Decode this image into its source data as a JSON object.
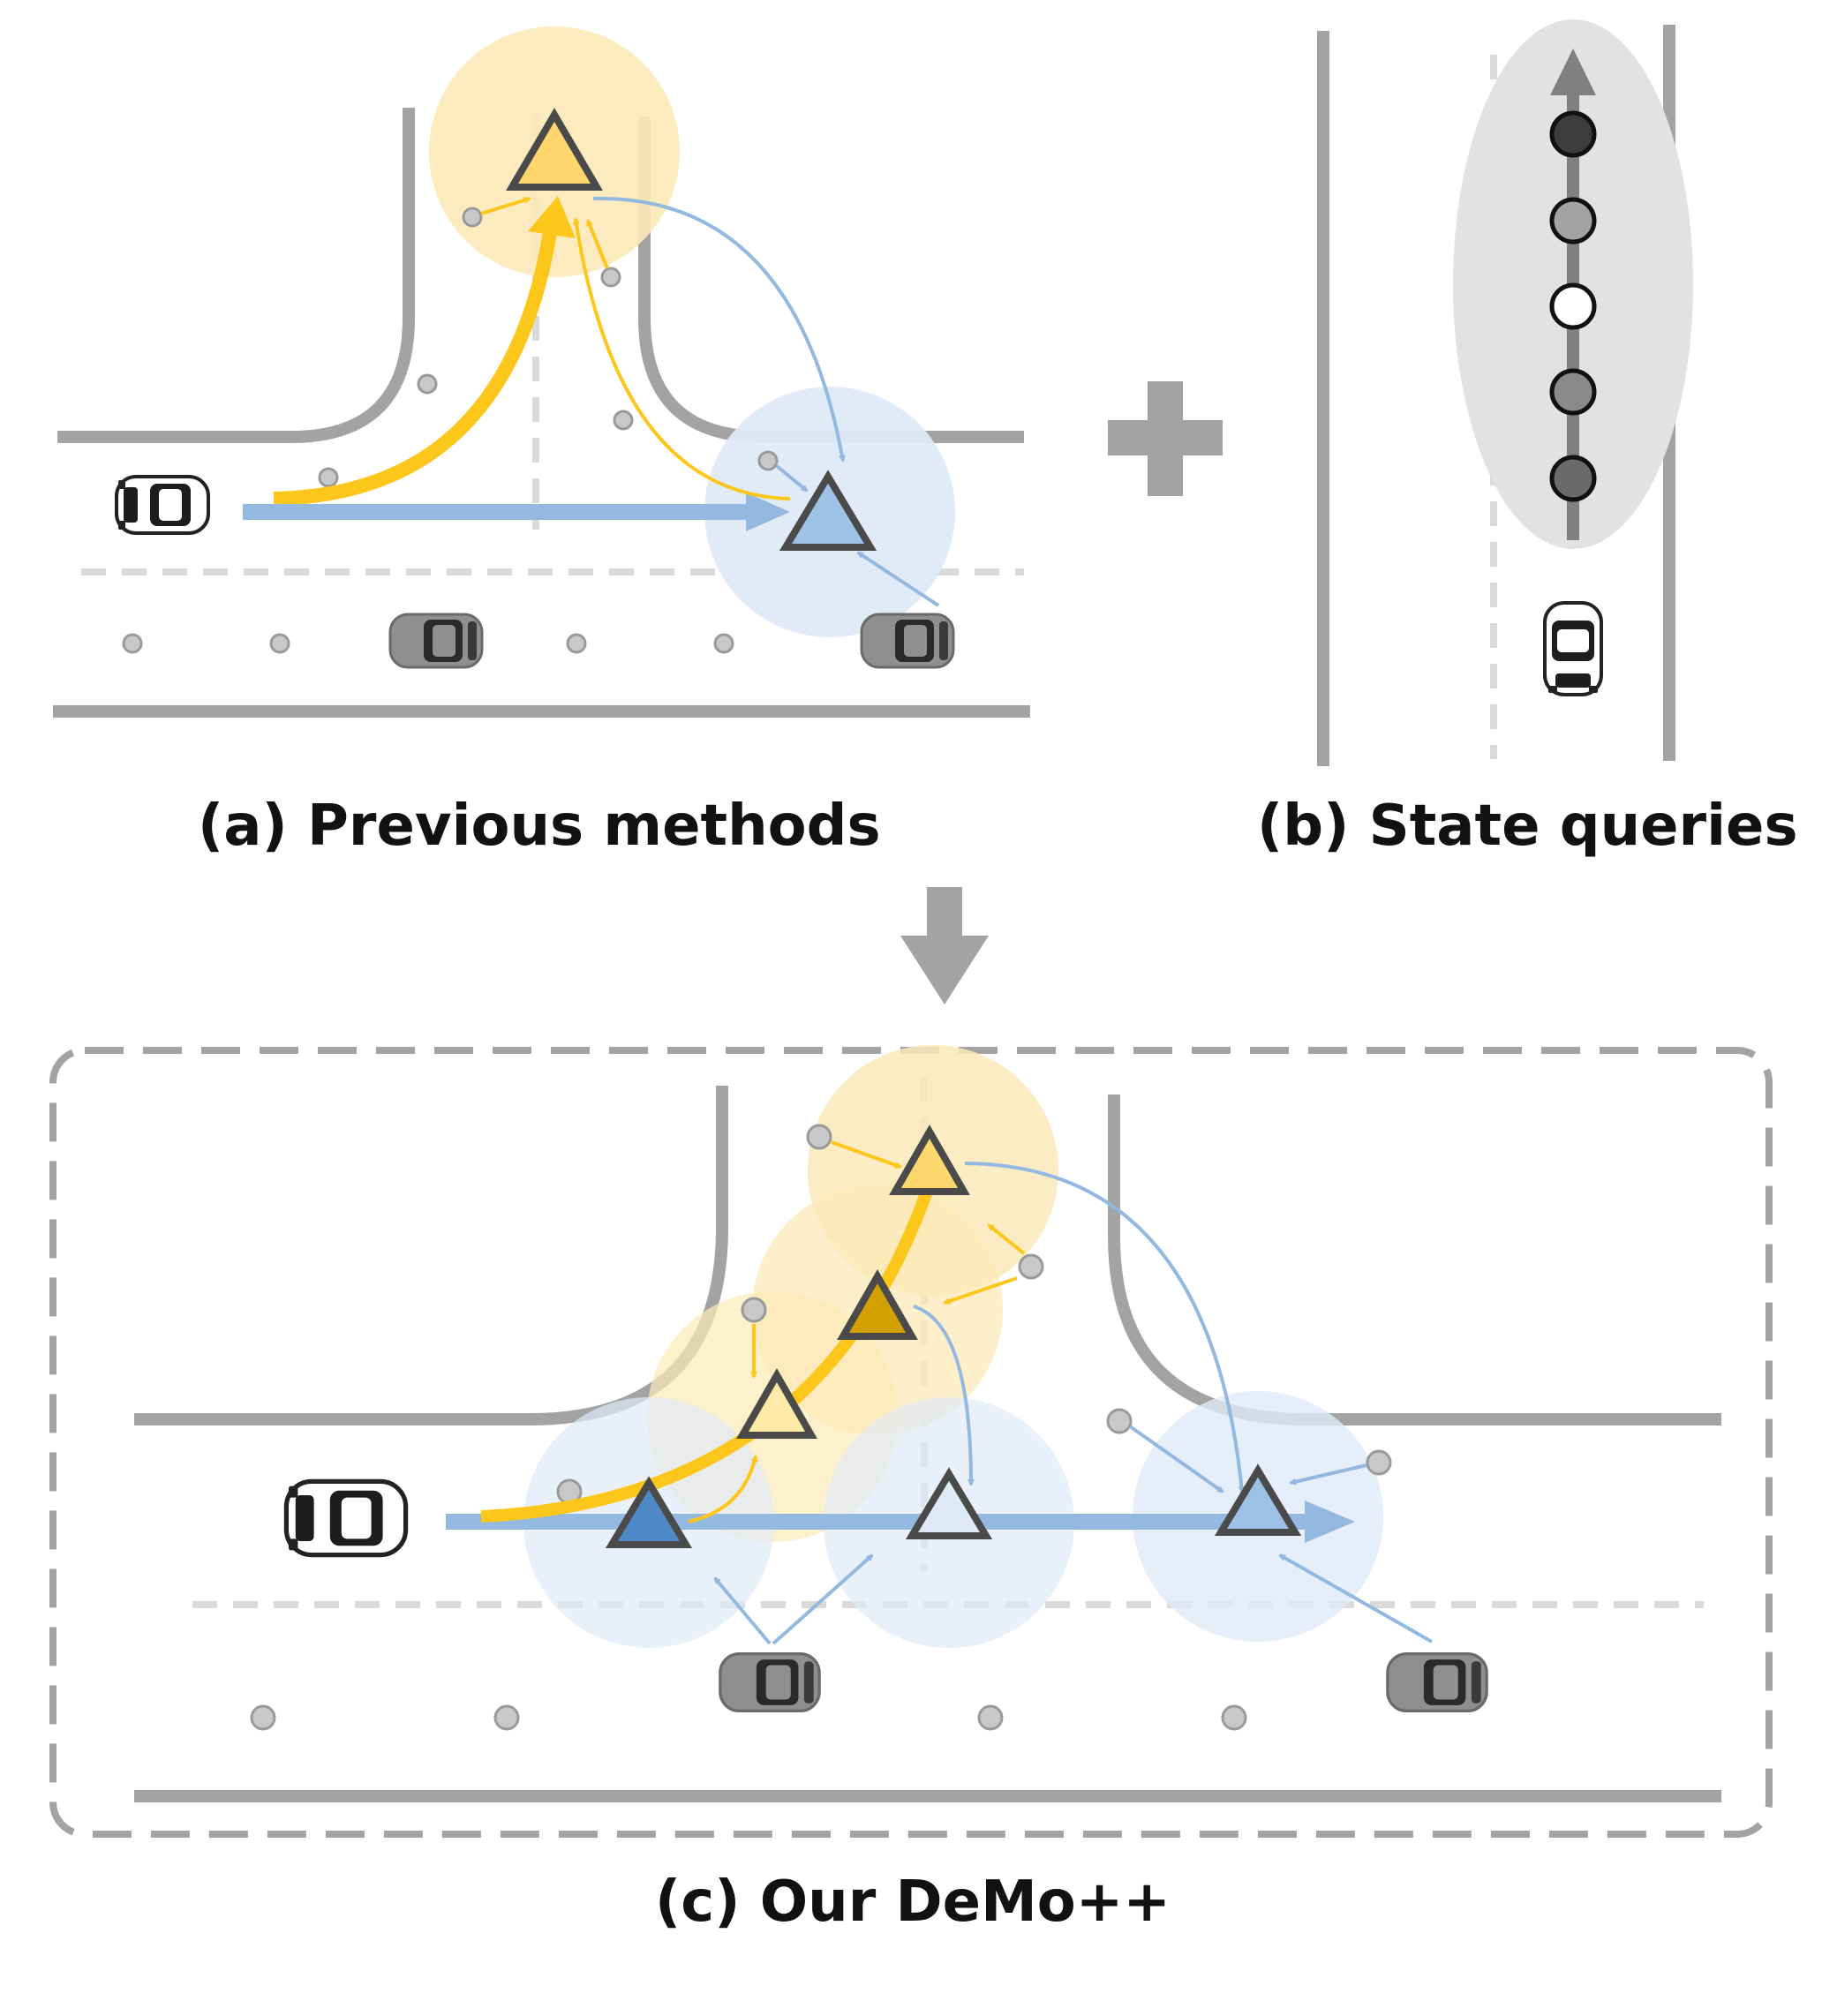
{
  "captions": {
    "panel_a": "(a) Previous methods",
    "panel_b": "(b) State queries",
    "panel_c": "(c) Our DeMo++"
  },
  "colors": {
    "road": "#a3a3a3",
    "lane_dash": "#dadada",
    "yellow": "#fdc61a",
    "yellow_light": "#fce9b8",
    "yellow_dark": "#d2a000",
    "blue": "#93b9e0",
    "blue_light": "#dfeaf7",
    "blue_dark": "#4f88c7",
    "outline": "#4a4a4a",
    "dot": "#c8c8c8"
  },
  "icons": [
    "car-icon",
    "triangle-mode-icon",
    "plus-icon",
    "down-arrow-icon",
    "map-point-icon",
    "state-query-icon"
  ]
}
